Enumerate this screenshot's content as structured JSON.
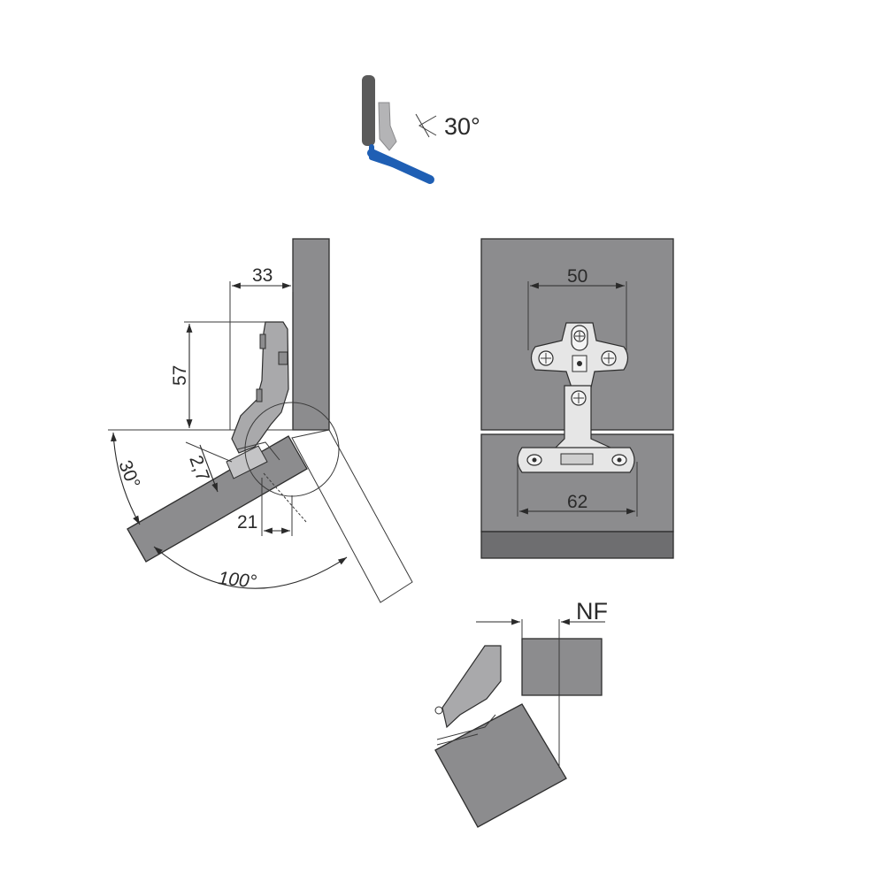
{
  "icon": {
    "angle_label": "30°",
    "colors": {
      "frame": "#5a5a5a",
      "hinge": "#b4b4b6",
      "door": "#1f5fb4"
    }
  },
  "side_view": {
    "dim_33": "33",
    "dim_57": "57",
    "dim_2_7": "2,7",
    "dim_30": "30°",
    "dim_21": "21",
    "dim_100": "100°"
  },
  "front_view": {
    "dim_50": "50",
    "dim_62": "62"
  },
  "detail": {
    "label": "NF"
  },
  "colors": {
    "panel": "#8c8c8e",
    "panel_light": "#a9a9ab",
    "plate": "#e6e6e6",
    "line": "#2a2a2a"
  }
}
